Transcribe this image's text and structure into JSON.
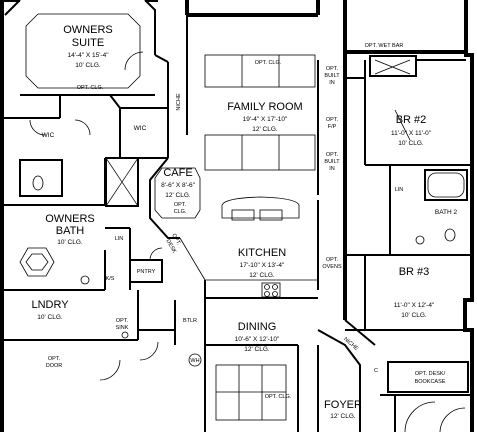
{
  "rooms": {
    "owners_suite": {
      "name_line1": "OWNERS",
      "name_line2": "SUITE",
      "dims": "14'-4\" X 15'-4\"",
      "ceiling": "10' CLG.",
      "opt_ceiling": "OPT. CLG."
    },
    "family_room": {
      "name": "FAMILY ROOM",
      "dims": "19'-4\" X 17'-10\"",
      "ceiling": "12' CLG.",
      "opt_ceiling": "OPT. CLG."
    },
    "cafe": {
      "name": "CAFE",
      "dims": "8'-6\" X 8'-6\"",
      "ceiling": "12' CLG.",
      "opt_ceiling_line1": "OPT.",
      "opt_ceiling_line2": "CLG."
    },
    "kitchen": {
      "name": "KITCHEN",
      "dims": "17'-10\" X 13'-4\"",
      "ceiling": "12' CLG."
    },
    "owners_bath": {
      "name_line1": "OWNERS",
      "name_line2": "BATH",
      "ceiling": "10' CLG."
    },
    "laundry": {
      "name": "LNDRY",
      "ceiling": "10' CLG."
    },
    "dining": {
      "name": "DINING",
      "dims": "10'-6\" X 12'-10\"",
      "ceiling": "12' CLG.",
      "opt_ceiling": "OPT. CLG."
    },
    "br2": {
      "name": "BR #2",
      "dims": "11'-0\" X 11'-0\"",
      "ceiling": "10' CLG."
    },
    "br3": {
      "name": "BR #3",
      "dims": "11'-0\" X 12'-4\"",
      "ceiling": "10' CLG."
    },
    "foyer": {
      "name": "FOYER",
      "ceiling": "12' CLG."
    },
    "bath2": {
      "name": "BATH 2"
    }
  },
  "labels": {
    "wic_left": "WIC",
    "wic_right": "WIC",
    "niche_top": "NICHE",
    "niche_bottom": "NICHE",
    "lin_bath": "LIN",
    "lin_hall": "LIN",
    "pantry": "PNTRY",
    "ks": "K/S",
    "btlr": "BTLR",
    "wh": "WH",
    "opt_wet_bar": "OPT. WET BAR",
    "opt_built_in_top": [
      "OPT.",
      "BUILT",
      "IN"
    ],
    "fp": [
      "OPT.",
      "F/P"
    ],
    "opt_built_in_bottom": [
      "OPT.",
      "BUILT",
      "IN"
    ],
    "opt_ovens": [
      "OPT.",
      "OVENS"
    ],
    "opt_sink": [
      "OPT.",
      "SINK"
    ],
    "opt_door": [
      "OPT.",
      "DOOR"
    ],
    "opt_desk": [
      "OPT. DESK/",
      "BOOKCASE"
    ],
    "opt_desk_short": [
      "OPT.",
      "DESK"
    ],
    "c_label": "C"
  }
}
